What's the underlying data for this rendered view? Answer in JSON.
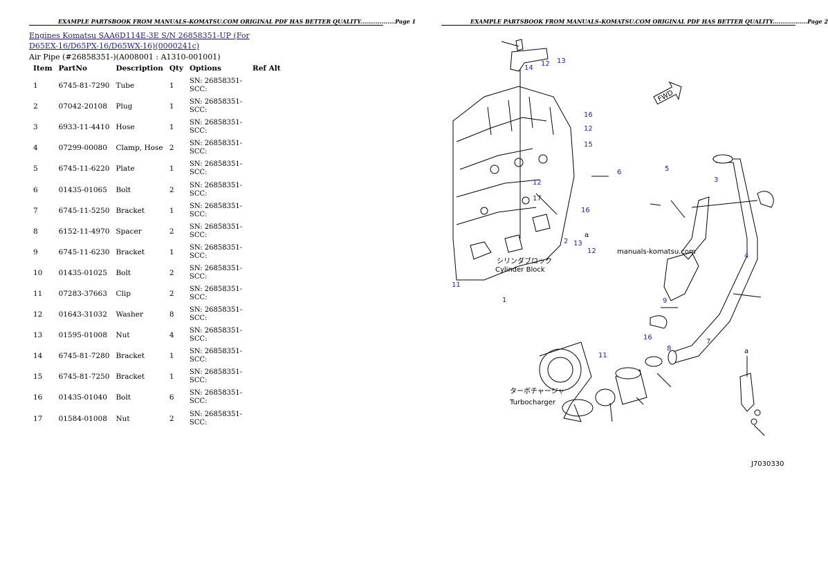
{
  "header": {
    "left": "EXAMPLE PARTSBOOK FROM MANUALS-KOMATSU.COM ORIGINAL PDF HAS BETTER QUALITY..................Page 1",
    "right": "EXAMPLE PARTSBOOK FROM MANUALS-KOMATSU.COM ORIGINAL PDF HAS BETTER QUALITY..................Page 2"
  },
  "breadcrumb": {
    "link1": "Engines Komatsu",
    "link2_line1": "SAA6D114E-3E S/N 26858351-UP (For",
    "link2_line2": "D65EX-16/D65PX-16/D65WX-16)(0000241c)"
  },
  "subtitle": "Air Pipe (#26858351-)(A008001 : A1310-001001)",
  "table": {
    "headers": [
      "Item",
      "PartNo",
      "Description",
      "Qty",
      "Options",
      "Ref Alt"
    ],
    "rows": [
      {
        "item": "1",
        "partno": "6745-81-7290",
        "desc": "Tube",
        "qty": "1",
        "options": "SN: 26858351-SCC:"
      },
      {
        "item": "2",
        "partno": "07042-20108",
        "desc": "Plug",
        "qty": "1",
        "options": "SN: 26858351-SCC:"
      },
      {
        "item": "3",
        "partno": "6933-11-4410",
        "desc": "Hose",
        "qty": "1",
        "options": "SN: 26858351-SCC:"
      },
      {
        "item": "4",
        "partno": "07299-00080",
        "desc": "Clamp, Hose",
        "qty": "2",
        "options": "SN: 26858351-SCC:"
      },
      {
        "item": "5",
        "partno": "6745-11-6220",
        "desc": "Plate",
        "qty": "1",
        "options": "SN: 26858351-SCC:"
      },
      {
        "item": "6",
        "partno": "01435-01065",
        "desc": "Bolt",
        "qty": "2",
        "options": "SN: 26858351-SCC:"
      },
      {
        "item": "7",
        "partno": "6745-11-5250",
        "desc": "Bracket",
        "qty": "1",
        "options": "SN: 26858351-SCC:"
      },
      {
        "item": "8",
        "partno": "6152-11-4970",
        "desc": "Spacer",
        "qty": "2",
        "options": "SN: 26858351-SCC:"
      },
      {
        "item": "9",
        "partno": "6745-11-6230",
        "desc": "Bracket",
        "qty": "1",
        "options": "SN: 26858351-SCC:"
      },
      {
        "item": "10",
        "partno": "01435-01025",
        "desc": "Bolt",
        "qty": "2",
        "options": "SN: 26858351-SCC:"
      },
      {
        "item": "11",
        "partno": "07283-37663",
        "desc": "Clip",
        "qty": "2",
        "options": "SN: 26858351-SCC:"
      },
      {
        "item": "12",
        "partno": "01643-31032",
        "desc": "Washer",
        "qty": "8",
        "options": "SN: 26858351-SCC:"
      },
      {
        "item": "13",
        "partno": "01595-01008",
        "desc": "Nut",
        "qty": "4",
        "options": "SN: 26858351-SCC:"
      },
      {
        "item": "14",
        "partno": "6745-81-7280",
        "desc": "Bracket",
        "qty": "1",
        "options": "SN: 26858351-SCC:"
      },
      {
        "item": "15",
        "partno": "6745-81-7250",
        "desc": "Bracket",
        "qty": "1",
        "options": "SN: 26858351-SCC:"
      },
      {
        "item": "16",
        "partno": "01435-01040",
        "desc": "Bolt",
        "qty": "6",
        "options": "SN: 26858351-SCC:"
      },
      {
        "item": "17",
        "partno": "01584-01008",
        "desc": "Nut",
        "qty": "2",
        "options": "SN: 26858351-SCC:"
      }
    ]
  },
  "drawing": {
    "callouts": [
      "13",
      "14",
      "12",
      "16",
      "12",
      "15",
      "6",
      "5",
      "3",
      "12",
      "17",
      "16",
      "13",
      "2",
      "12",
      "1",
      "11",
      "4",
      "9",
      "16",
      "11",
      "7",
      "8"
    ],
    "markers": [
      "a",
      "a"
    ],
    "fwd": "FWD",
    "cylinder_block_jp": "シリンダブロック",
    "cylinder_block_en": "Cylinder Block",
    "turbo_jp": "ターボチャージャ",
    "turbo_en": "Turbocharger",
    "watermark": "manuals-komatsu.com",
    "code": "J7030330"
  }
}
